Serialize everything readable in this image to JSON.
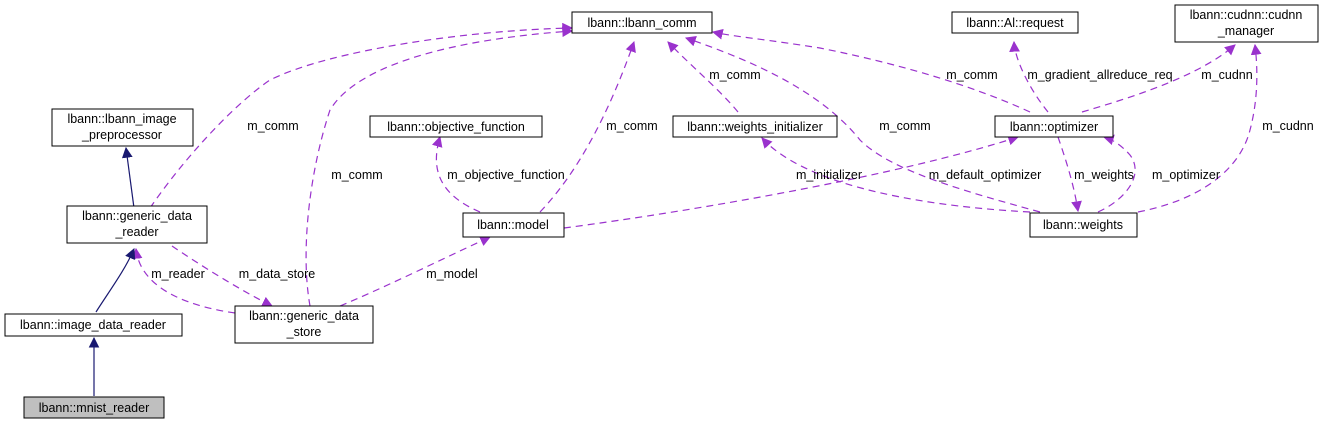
{
  "diagram": {
    "colors": {
      "inheritance": "#191970",
      "usage": "#9a32cd",
      "node_fill": "#ffffff",
      "highlight_fill": "#bfbfbf"
    },
    "nodes": {
      "lbann_comm": [
        "lbann::lbann_comm"
      ],
      "al_request": [
        "lbann::Al::request"
      ],
      "cudnn_manager": [
        "lbann::cudnn::cudnn",
        "_manager"
      ],
      "image_preprocessor": [
        "lbann::lbann_image",
        "_preprocessor"
      ],
      "objective_function": [
        "lbann::objective_function"
      ],
      "weights_initializer": [
        "lbann::weights_initializer"
      ],
      "optimizer": [
        "lbann::optimizer"
      ],
      "generic_data_reader": [
        "lbann::generic_data",
        "_reader"
      ],
      "model": [
        "lbann::model"
      ],
      "weights": [
        "lbann::weights"
      ],
      "image_data_reader": [
        "lbann::image_data_reader"
      ],
      "generic_data_store": [
        "lbann::generic_data",
        "_store"
      ],
      "mnist_reader": [
        "lbann::mnist_reader"
      ]
    },
    "edge_labels": {
      "gdr_comm": "m_comm",
      "store_comm": "m_comm",
      "model_comm": "m_comm",
      "wi_comm": "m_comm",
      "weights_comm": "m_comm",
      "opt_comm": "m_comm",
      "opt_req": "m_gradient_allreduce_req",
      "opt_cudnn": "m_cudnn",
      "weights_cudnn": "m_cudnn",
      "model_objfn": "m_objective_function",
      "weights_init": "m_initializer",
      "model_opt": "m_default_optimizer",
      "opt_weights": "m_weights",
      "weights_opt": "m_optimizer",
      "store_reader": "m_reader",
      "gdr_store": "m_data_store",
      "store_model": "m_model"
    }
  }
}
